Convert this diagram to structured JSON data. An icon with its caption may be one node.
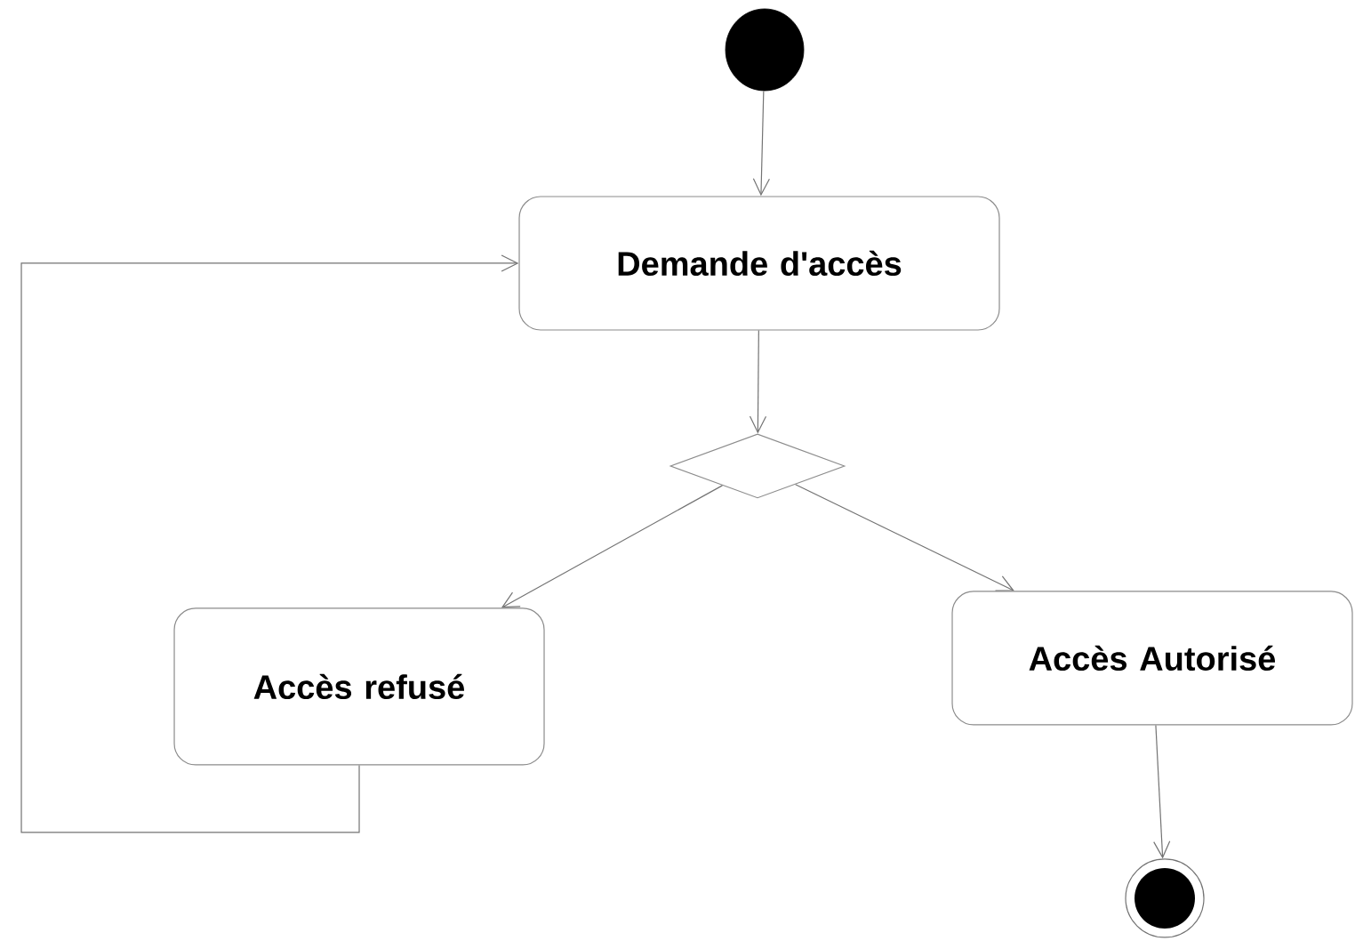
{
  "diagram": {
    "nodes": [
      {
        "text": [],
        "shape": "circle"
      },
      {
        "text": [
          "Demande d'accès"
        ]
      },
      {
        "text": [],
        "shape": "diamond"
      },
      {
        "text": [
          "Accès refusé"
        ]
      },
      {
        "text": [
          "Accès Autorisé"
        ]
      },
      {
        "text": [],
        "shape": "bullseye"
      }
    ],
    "edges": [
      {
        "from": 0,
        "to": 1,
        "arrow": "to"
      },
      {
        "from": 1,
        "to": 2,
        "arrow": "to"
      },
      {
        "from": 2,
        "to": 3,
        "arrow": "to"
      },
      {
        "from": 2,
        "to": 4,
        "arrow": "to"
      },
      {
        "from": 3,
        "to": 1,
        "arrow": "to"
      },
      {
        "from": 4,
        "to": 5,
        "arrow": "to"
      }
    ]
  }
}
